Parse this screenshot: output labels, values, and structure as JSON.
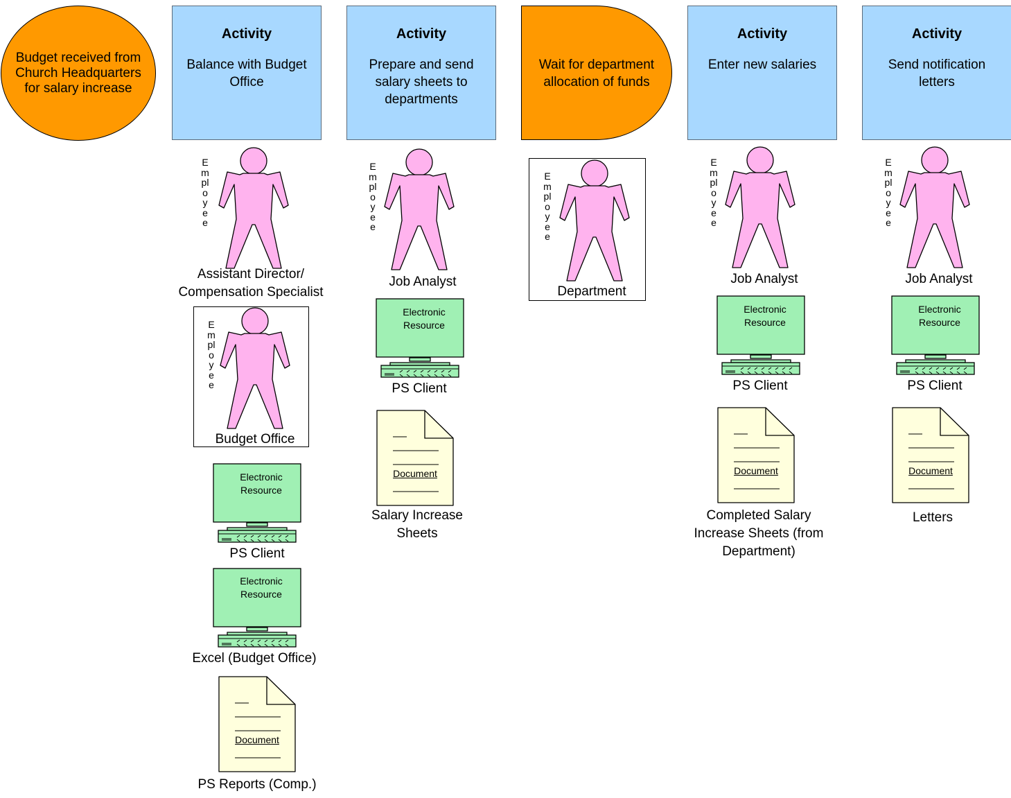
{
  "start_event": {
    "text": "Budget received from\nChurch Headquarters\nfor salary increase"
  },
  "activity_heading": "Activity",
  "columns": [
    {
      "activity": "Balance with Budget\nOffice"
    },
    {
      "activity": "Prepare and send\nsalary sheets to\ndepartments"
    },
    {
      "wait": "Wait for department\nallocation of funds"
    },
    {
      "activity": "Enter new salaries"
    },
    {
      "activity": "Send notification\nletters"
    }
  ],
  "employee_vertical": "Employee",
  "person_labels": {
    "c1": "Assistant Director/\nCompensation Specialist",
    "c1_budget": "Budget Office",
    "c2": "Job Analyst",
    "c3": "Department",
    "c4": "Job Analyst",
    "c5": "Job Analyst"
  },
  "electronic_resource": "Electronic\nResource",
  "resources": {
    "c1_a": "PS Client",
    "c1_b": "Excel (Budget Office)",
    "c2": "PS Client",
    "c4": "PS Client",
    "c5": "PS Client"
  },
  "document_word": "Document",
  "documents": {
    "c1": "PS Reports (Comp.)",
    "c2": "Salary Increase\nSheets",
    "c4": "Completed Salary\nIncrease Sheets (from\nDepartment)",
    "c5": "Letters"
  },
  "colors": {
    "event": "#ff9900",
    "activity": "#a8d8ff",
    "person": "#ffb3ee",
    "computer": "#a0f0b4",
    "document": "#ffffdd"
  }
}
